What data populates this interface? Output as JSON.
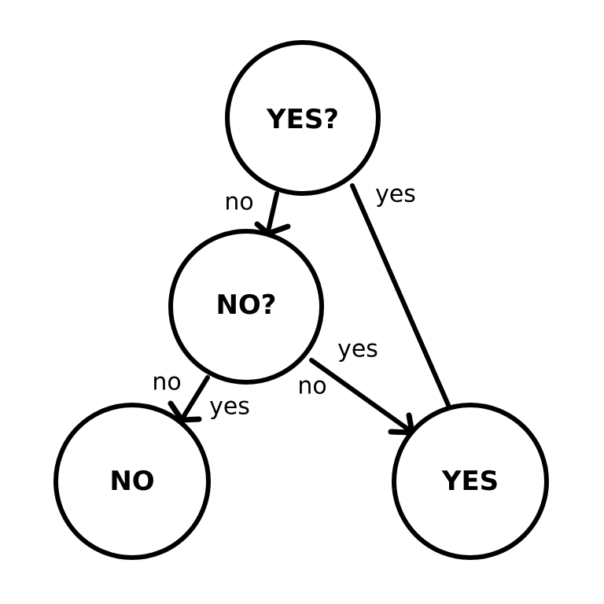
{
  "nodes": {
    "yes_question": "YES?",
    "no_question": "NO?",
    "no_result": "NO",
    "yes_result": "YES"
  },
  "edges": {
    "yes_question_to_no_question": "no",
    "yes_question_to_yes_result": "yes",
    "no_question_to_yes_result_upper": "yes",
    "no_question_to_yes_result_lower": "no",
    "no_question_to_no_result_upper": "no",
    "no_question_to_no_result_lower": "yes"
  }
}
